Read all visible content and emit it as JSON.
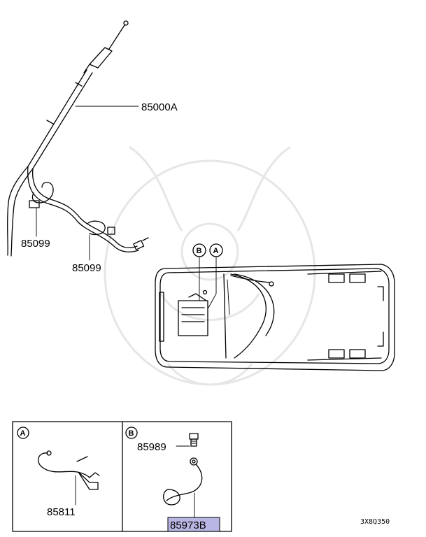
{
  "callouts": {
    "antenna_cable": "85000A",
    "clip_upper": "85099",
    "clip_lower": "85099",
    "detail_a_part": "85811",
    "detail_b_bolt": "85989",
    "detail_b_strap": "85973B"
  },
  "detail_markers": {
    "a": "A",
    "b": "B"
  },
  "diagram_code": "3X8Q350",
  "colors": {
    "highlight": "#b9b6e3",
    "ink": "#000000",
    "watermark": "#e6e6e6"
  }
}
